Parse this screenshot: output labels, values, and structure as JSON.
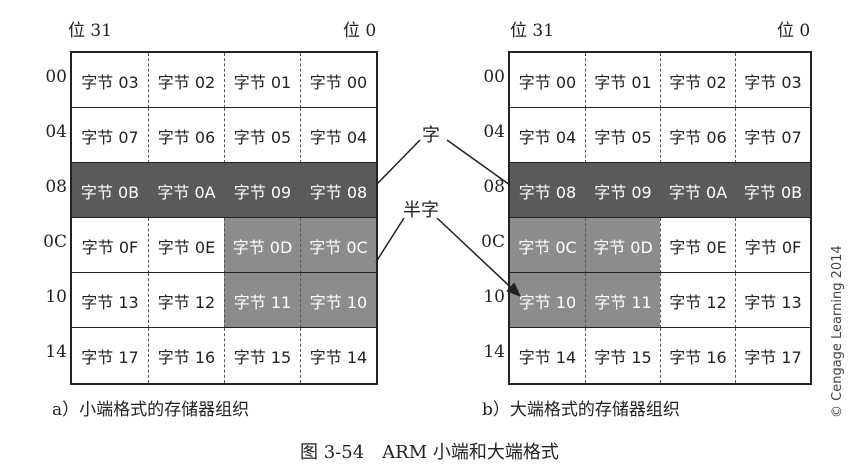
{
  "left_panel": {
    "bit_high": "位 31",
    "bit_low": "位 0",
    "caption": "a）小端格式的存储器组织",
    "rows": [
      {
        "addr": "00",
        "cells": [
          "字节 03",
          "字节 02",
          "字节 01",
          "字节 00"
        ],
        "shade": [
          "",
          "",
          "",
          ""
        ]
      },
      {
        "addr": "04",
        "cells": [
          "字节 07",
          "字节 06",
          "字节 05",
          "字节 04"
        ],
        "shade": [
          "",
          "",
          "",
          ""
        ]
      },
      {
        "addr": "08",
        "cells": [
          "字节 0B",
          "字节 0A",
          "字节 09",
          "字节 08"
        ],
        "shade": [
          "dark",
          "dark",
          "dark",
          "dark"
        ]
      },
      {
        "addr": "0C",
        "cells": [
          "字节 0F",
          "字节 0E",
          "字节 0D",
          "字节 0C"
        ],
        "shade": [
          "",
          "",
          "mid",
          "mid"
        ]
      },
      {
        "addr": "10",
        "cells": [
          "字节 13",
          "字节 12",
          "字节 11",
          "字节 10"
        ],
        "shade": [
          "",
          "",
          "mid",
          "mid"
        ]
      },
      {
        "addr": "14",
        "cells": [
          "字节 17",
          "字节 16",
          "字节 15",
          "字节 14"
        ],
        "shade": [
          "",
          "",
          "",
          ""
        ]
      }
    ]
  },
  "right_panel": {
    "bit_high": "位 31",
    "bit_low": "位 0",
    "caption": "b）大端格式的存储器组织",
    "rows": [
      {
        "addr": "00",
        "cells": [
          "字节 00",
          "字节 01",
          "字节 02",
          "字节 03"
        ],
        "shade": [
          "",
          "",
          "",
          ""
        ]
      },
      {
        "addr": "04",
        "cells": [
          "字节 04",
          "字节 05",
          "字节 06",
          "字节 07"
        ],
        "shade": [
          "",
          "",
          "",
          ""
        ]
      },
      {
        "addr": "08",
        "cells": [
          "字节 08",
          "字节 09",
          "字节 0A",
          "字节 0B"
        ],
        "shade": [
          "dark",
          "dark",
          "dark",
          "dark"
        ]
      },
      {
        "addr": "0C",
        "cells": [
          "字节 0C",
          "字节 0D",
          "字节 0E",
          "字节 0F"
        ],
        "shade": [
          "mid",
          "mid",
          "",
          ""
        ]
      },
      {
        "addr": "10",
        "cells": [
          "字节 10",
          "字节 11",
          "字节 12",
          "字节 13"
        ],
        "shade": [
          "mid",
          "mid",
          "",
          ""
        ]
      },
      {
        "addr": "14",
        "cells": [
          "字节 14",
          "字节 15",
          "字节 16",
          "字节 17"
        ],
        "shade": [
          "",
          "",
          "",
          ""
        ]
      }
    ]
  },
  "annotations": {
    "word": "字",
    "halfword": "半字"
  },
  "figure_caption": "图 3-54　ARM 小端和大端格式",
  "copyright": "© Cengage Learning 2014",
  "colors": {
    "dark": "#5a5a5a",
    "mid": "#8c8c8c"
  }
}
